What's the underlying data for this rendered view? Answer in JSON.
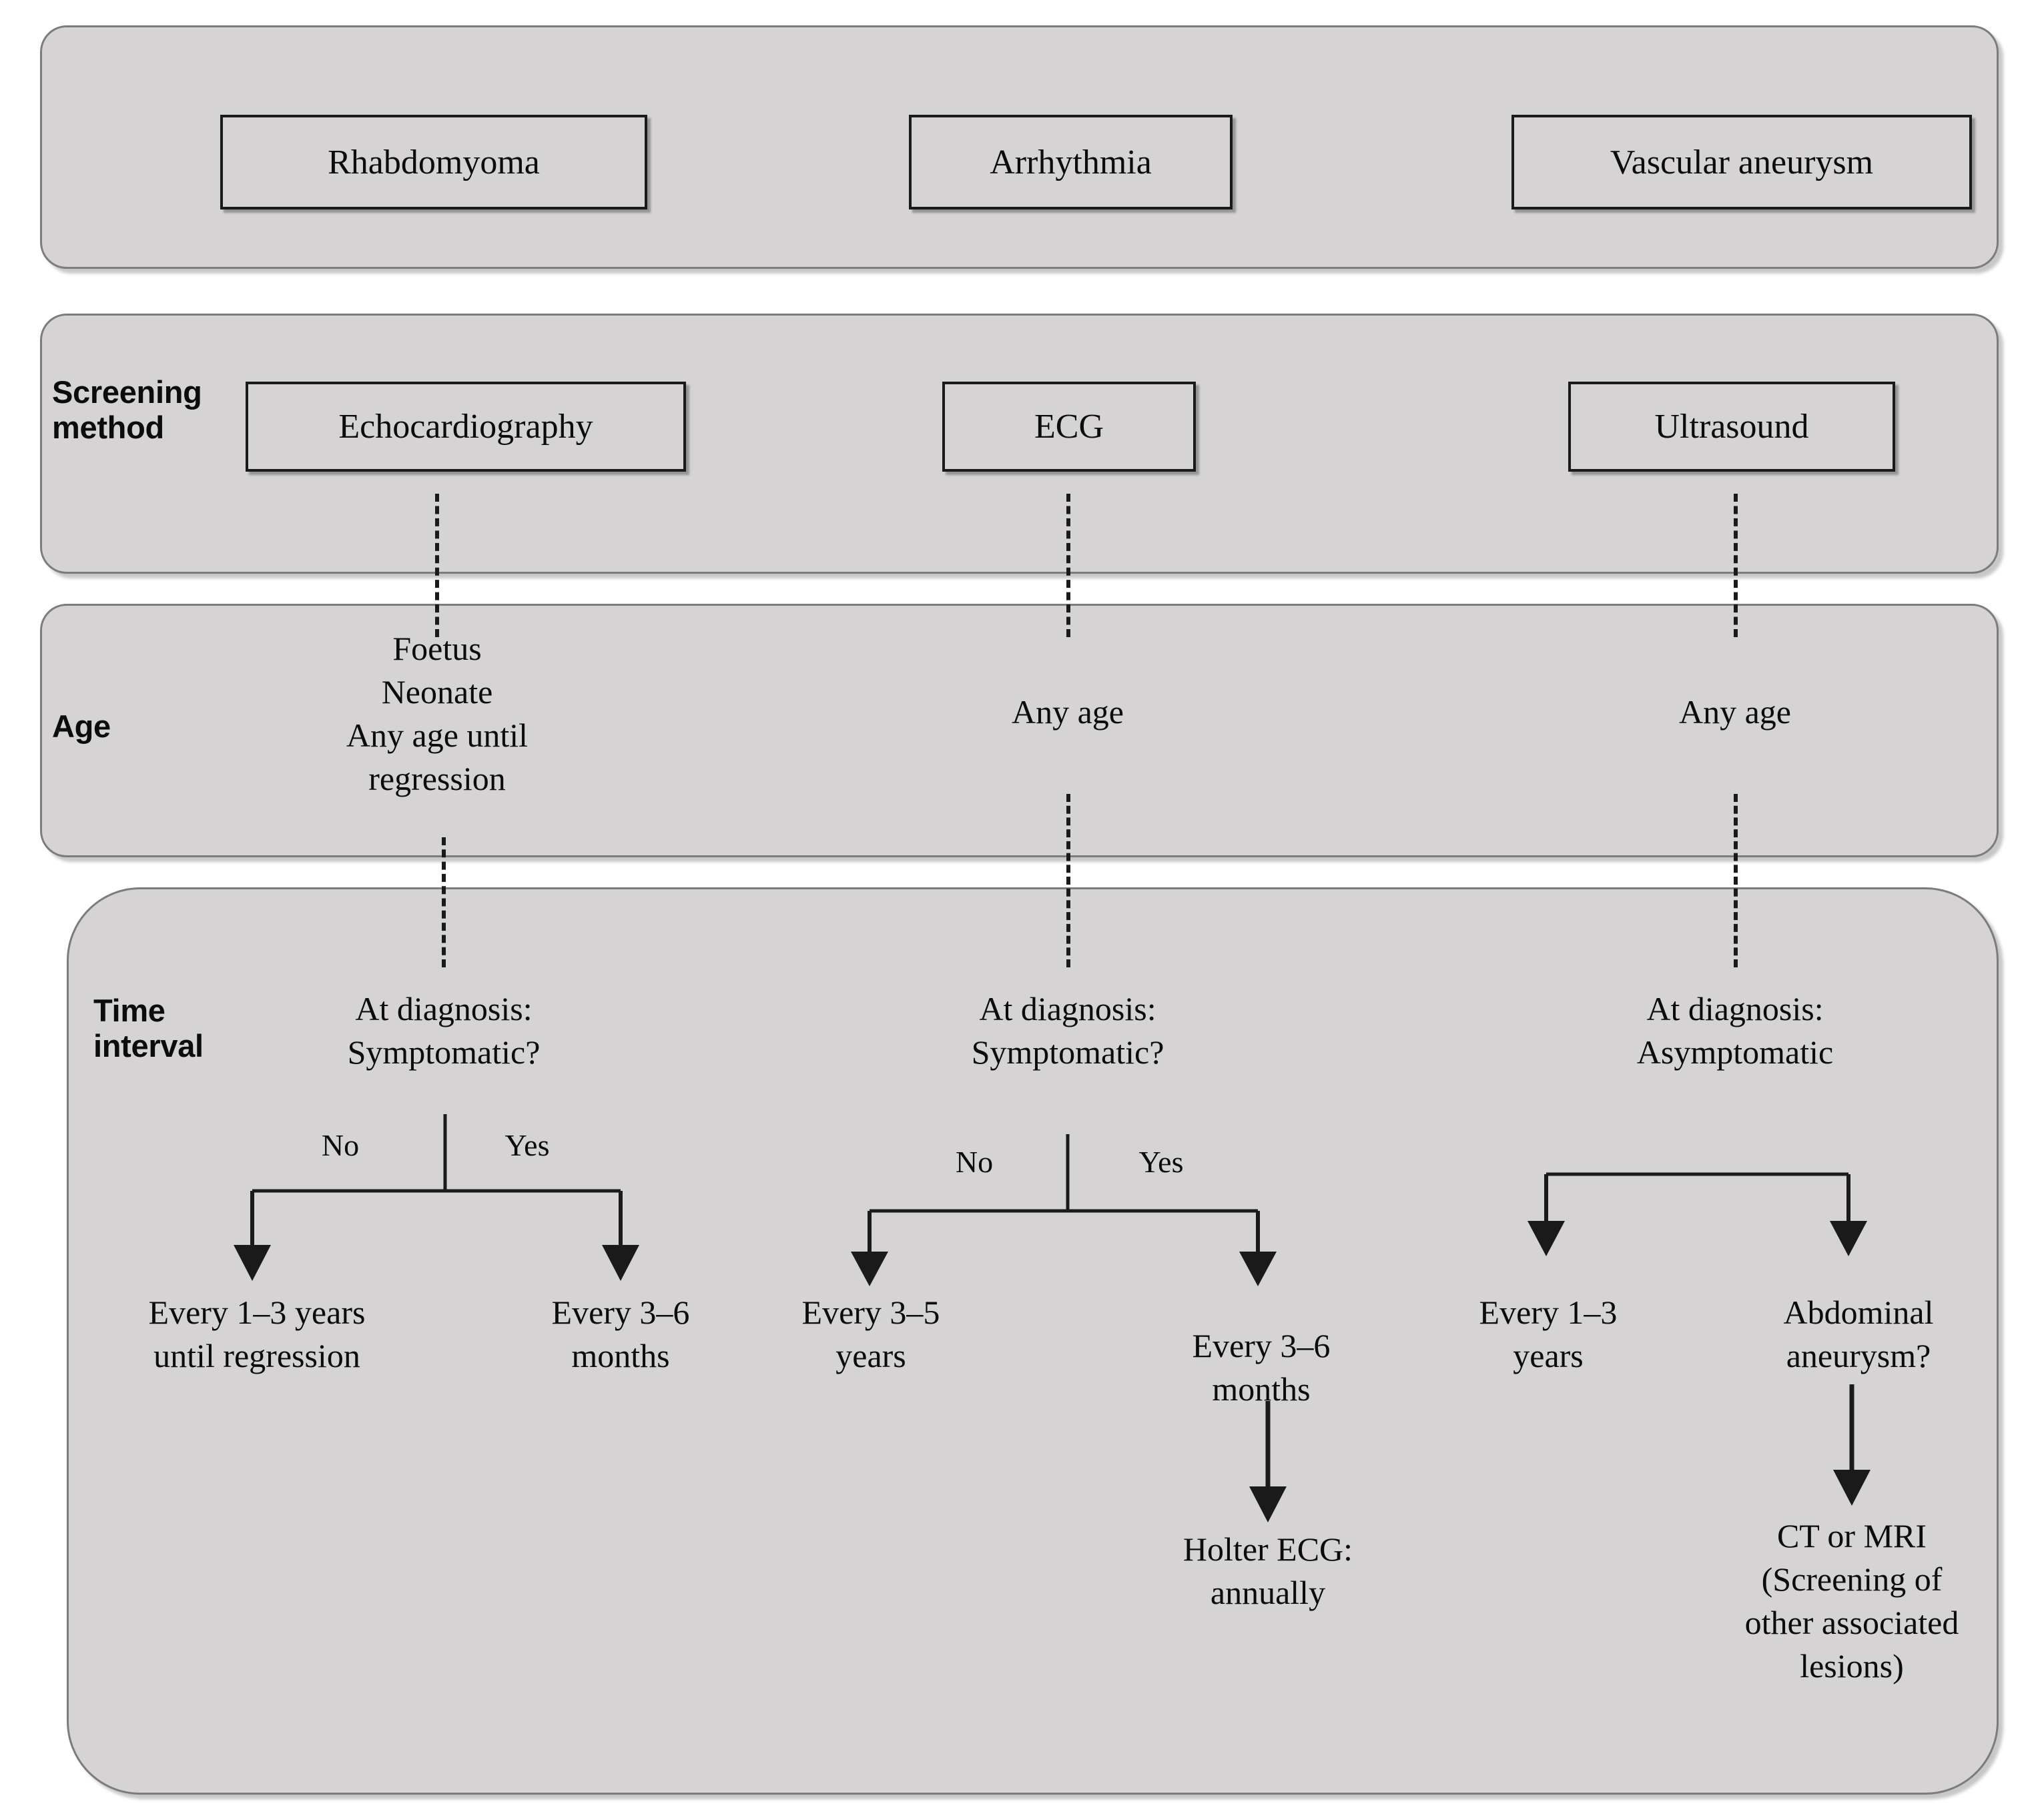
{
  "bands": {
    "condition": {
      "label": ""
    },
    "screening": {
      "label": "Screening\nmethod"
    },
    "age": {
      "label": "Age"
    },
    "time": {
      "label": "Time\ninterval"
    }
  },
  "columns": [
    {
      "id": "rhabdomyoma",
      "condition": "Rhabdomyoma",
      "screening_method": "Echocardiography",
      "age": "Foetus\nNeonate\nAny age until\nregression",
      "decision": {
        "prompt": "At diagnosis:\nSymptomatic?",
        "left_label": "No",
        "right_label": "Yes",
        "has_stem": true,
        "left_outcome": "Every 1–3 years\nuntil regression",
        "right_outcome": "Every 3–6\nmonths",
        "right_followup": null
      }
    },
    {
      "id": "arrhythmia",
      "condition": "Arrhythmia",
      "screening_method": "ECG",
      "age": "Any age",
      "decision": {
        "prompt": "At diagnosis:\nSymptomatic?",
        "left_label": "No",
        "right_label": "Yes",
        "has_stem": true,
        "left_outcome": "Every 3–5\nyears",
        "right_outcome": "Every 3–6\nmonths",
        "right_followup": "Holter ECG:\nannually"
      }
    },
    {
      "id": "vascular-aneurysm",
      "condition": "Vascular aneurysm",
      "screening_method": "Ultrasound",
      "age": "Any age",
      "decision": {
        "prompt": "At diagnosis:\nAsymptomatic",
        "left_label": "",
        "right_label": "",
        "has_stem": false,
        "left_outcome": "Every 1–3\nyears",
        "right_outcome": "Abdominal\naneurysm?",
        "right_followup": "CT or MRI\n(Screening of\nother associated\nlesions)"
      }
    }
  ],
  "colors": {
    "band_fill": "#d5d3d3",
    "band_border": "#7d7b7b",
    "box_border": "#1a1a1a",
    "text": "#0c0c0c",
    "page_background": "#ffffff"
  }
}
